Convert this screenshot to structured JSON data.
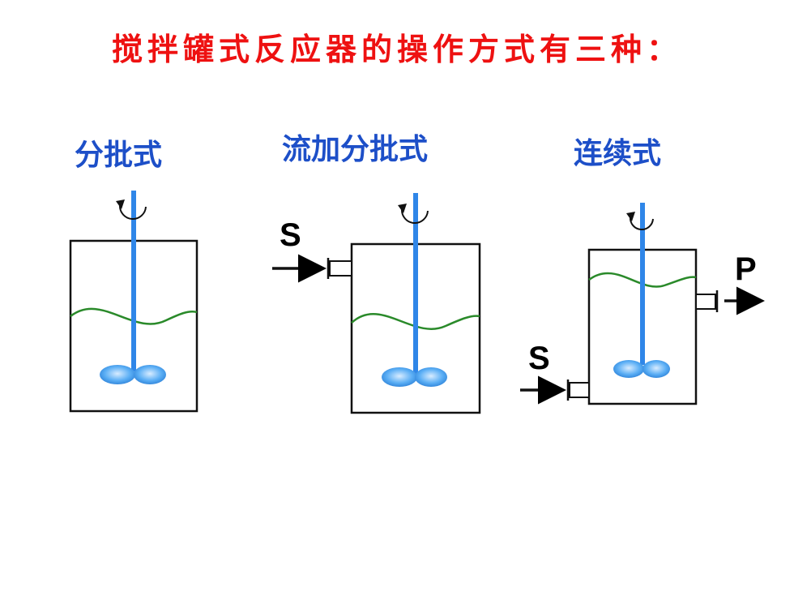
{
  "title": "搅拌罐式反应器的操作方式有三种：",
  "modes": [
    {
      "label": "分批式"
    },
    {
      "label": "流加分批式",
      "inlet": "S"
    },
    {
      "label": "连续式",
      "inlet": "S",
      "outlet": "P"
    }
  ],
  "colors": {
    "title": "#ee1111",
    "label": "#1d4fc8",
    "shaft": "#2f86e8",
    "liquid": "#2a8a2a",
    "impeller": "#4aa3f0"
  }
}
